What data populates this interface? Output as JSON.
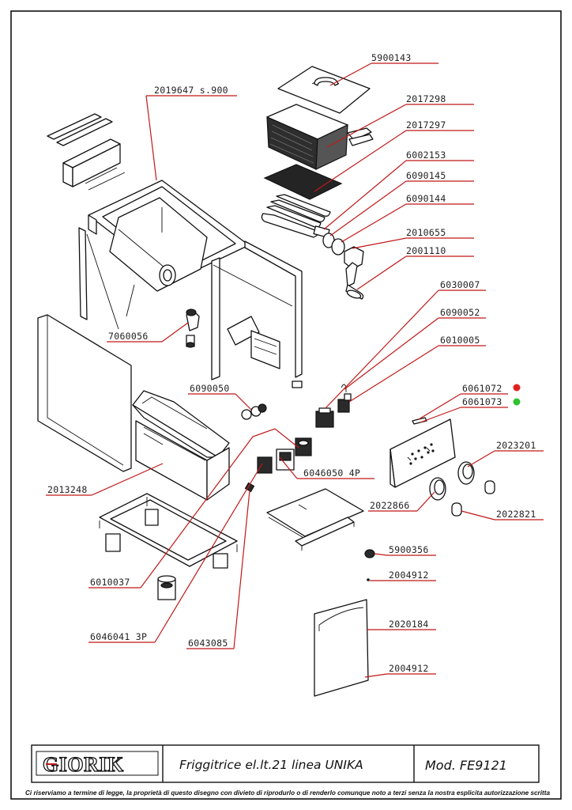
{
  "parts": [
    {
      "id": "p-5900143",
      "code": "5900143"
    },
    {
      "id": "p-2019647",
      "code": "2019647 s.900"
    },
    {
      "id": "p-2017298",
      "code": "2017298"
    },
    {
      "id": "p-2017297",
      "code": "2017297"
    },
    {
      "id": "p-6002153",
      "code": "6002153"
    },
    {
      "id": "p-6090145",
      "code": "6090145"
    },
    {
      "id": "p-6090144",
      "code": "6090144"
    },
    {
      "id": "p-2010655",
      "code": "2010655"
    },
    {
      "id": "p-2001110",
      "code": "2001110"
    },
    {
      "id": "p-6030007",
      "code": "6030007"
    },
    {
      "id": "p-6090052",
      "code": "6090052"
    },
    {
      "id": "p-6010005",
      "code": "6010005"
    },
    {
      "id": "p-7060056",
      "code": "7060056"
    },
    {
      "id": "p-6090050",
      "code": "6090050"
    },
    {
      "id": "p-6061072",
      "code": "6061072"
    },
    {
      "id": "p-6061073",
      "code": "6061073"
    },
    {
      "id": "p-2023201",
      "code": "2023201"
    },
    {
      "id": "p-6046050",
      "code": "6046050 4P"
    },
    {
      "id": "p-2013248",
      "code": "2013248"
    },
    {
      "id": "p-2022866",
      "code": "2022866"
    },
    {
      "id": "p-2022821",
      "code": "2022821"
    },
    {
      "id": "p-6010037",
      "code": "6010037"
    },
    {
      "id": "p-5900356",
      "code": "5900356"
    },
    {
      "id": "p-2004912a",
      "code": "2004912"
    },
    {
      "id": "p-2020184",
      "code": "2020184"
    },
    {
      "id": "p-6046041",
      "code": "6046041 3P"
    },
    {
      "id": "p-6043085",
      "code": "6043085"
    },
    {
      "id": "p-2004912b",
      "code": "2004912"
    }
  ],
  "indicators": {
    "red": "#e02020",
    "green": "#30c030"
  },
  "leader_color": "#c01818",
  "title_block": {
    "logo": "GIORIK",
    "title": "Friggitrice el.lt.21 linea UNIKA",
    "model": "Mod. FE9121"
  },
  "footer": "Ci riserviamo a termine di legge, la proprietà di questo disegno con divieto di riprodurlo o di renderlo comunque noto a terzi senza la nostra esplicita autorizzazione scritta"
}
